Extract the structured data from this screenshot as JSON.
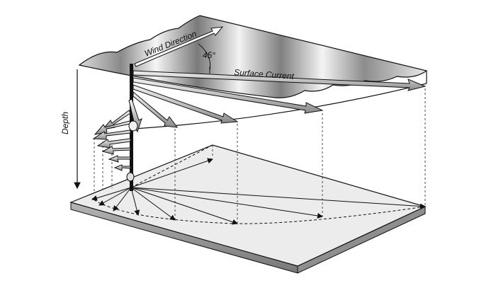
{
  "labels": {
    "wind_direction": "Wind Direction",
    "angle": "45°",
    "surface_current": "Surface Current",
    "depth": "Depth"
  },
  "colors": {
    "line": "#111111",
    "slab_top": "#e8e8e8",
    "slab_side": "#9a9a9a",
    "sheet_light": "#f2f2f2",
    "sheet_dark": "#6f6f6f"
  }
}
